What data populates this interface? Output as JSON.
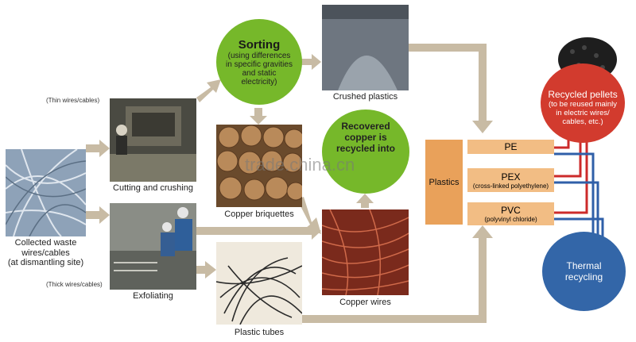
{
  "diagram": {
    "labels": {
      "thin": "(Thin wires/cables)",
      "thick": "(Thick wires/cables)",
      "collected_1": "Collected waste",
      "collected_2": "wires/cables",
      "collected_3": "(at dismantling site)",
      "cutting": "Cutting and crushing",
      "exfoliating": "Exfoliating",
      "briquettes": "Copper briquettes",
      "plastic_tubes": "Plastic tubes",
      "crushed_plastics": "Crushed plastics",
      "copper_wires": "Copper wires"
    },
    "sorting": {
      "title": "Sorting",
      "line1": "(using differences",
      "line2": "in specific gravities",
      "line3": "and static",
      "line4": "electricity)"
    },
    "recovered": {
      "line1": "Recovered",
      "line2": "copper is",
      "line3": "recycled into"
    },
    "plastics_table": {
      "header": "Plastics",
      "rows": [
        {
          "name": "PE",
          "sub": ""
        },
        {
          "name": "PEX",
          "sub": "(cross-linked polyethylene)"
        },
        {
          "name": "PVC",
          "sub": "(polyvinyl chloride)"
        }
      ]
    },
    "pellets": {
      "title": "Recycled pellets",
      "line1": "(to be reused mainly",
      "line2": "in electric wires/",
      "line3": "cables, etc.)"
    },
    "thermal": {
      "line1": "Thermal",
      "line2": "recycling"
    },
    "watermark": "trade.china.cn",
    "colors": {
      "arrow": "#c8bba4",
      "green": "#76b82a",
      "red": "#d23b2e",
      "blue": "#3366a8",
      "orange": "#e9a15a",
      "orange_light": "#f2bd84",
      "flow_red": "#cc2b2b",
      "flow_blue": "#2f5fa8"
    }
  }
}
